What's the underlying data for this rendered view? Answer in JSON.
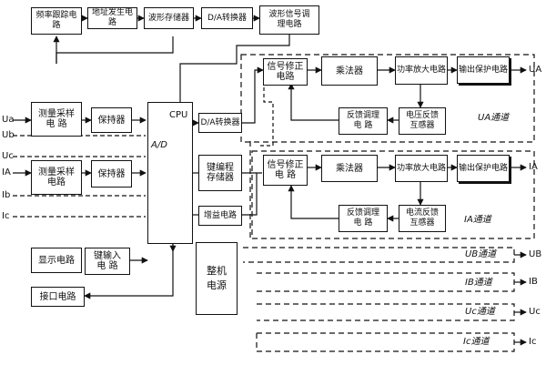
{
  "blocks": {
    "freq_follow": "频率跟踪电路",
    "addr_gen": "地址发生电路",
    "wave_store": "波形存储器",
    "da_top": "D/A转换器",
    "wave_cond": "波形信号调\n理电路",
    "meas1": "测量采样\n电    路",
    "hold1": "保持器",
    "meas2": "测量采样\n电路",
    "hold2": "保持器",
    "cpu": "CPU",
    "ad": "A/D",
    "da_mid": "D/A转换器",
    "kbd_store": "键编程\n存储器",
    "ua_sigcorr": "信号修正\n电路",
    "ua_mult": "乘法器",
    "ua_amp": "功率放大电路",
    "ua_protect": "输出保护电路",
    "ua_fbcond": "反馈调理\n电    路",
    "ua_fbsense": "电压反馈\n互感器",
    "ua_channel": "UA通道",
    "ia_sigcorr": "信号修正\n电    路",
    "ia_mult": "乘法器",
    "ia_amp": "功率放大电路",
    "ia_protect": "输出保护电路",
    "ia_fbcond": "反馈调理\n电    路",
    "ia_fbsense": "电流反馈\n互感器",
    "ia_channel": "IA通道",
    "gain_ctrl": "增益电路",
    "display": "显示电路",
    "kbd_input": "键输入\n电    路",
    "iface": "接口电路",
    "power": "整机\n电源",
    "ub_channel": "UB通道",
    "ib_channel": "IB通道",
    "uc_channel": "Uc通道",
    "ic_channel": "Ic通道"
  },
  "signals": {
    "in_ua": "Ua",
    "in_ub": "Ub",
    "in_uc": "Uc",
    "in_ia": "IA",
    "in_ib": "Ib",
    "in_ic": "Ic",
    "out_ua": "UA",
    "out_ia": "IA",
    "out_ub": "UB",
    "out_ib": "IB",
    "out_uc": "Uc",
    "out_ic": "Ic"
  }
}
